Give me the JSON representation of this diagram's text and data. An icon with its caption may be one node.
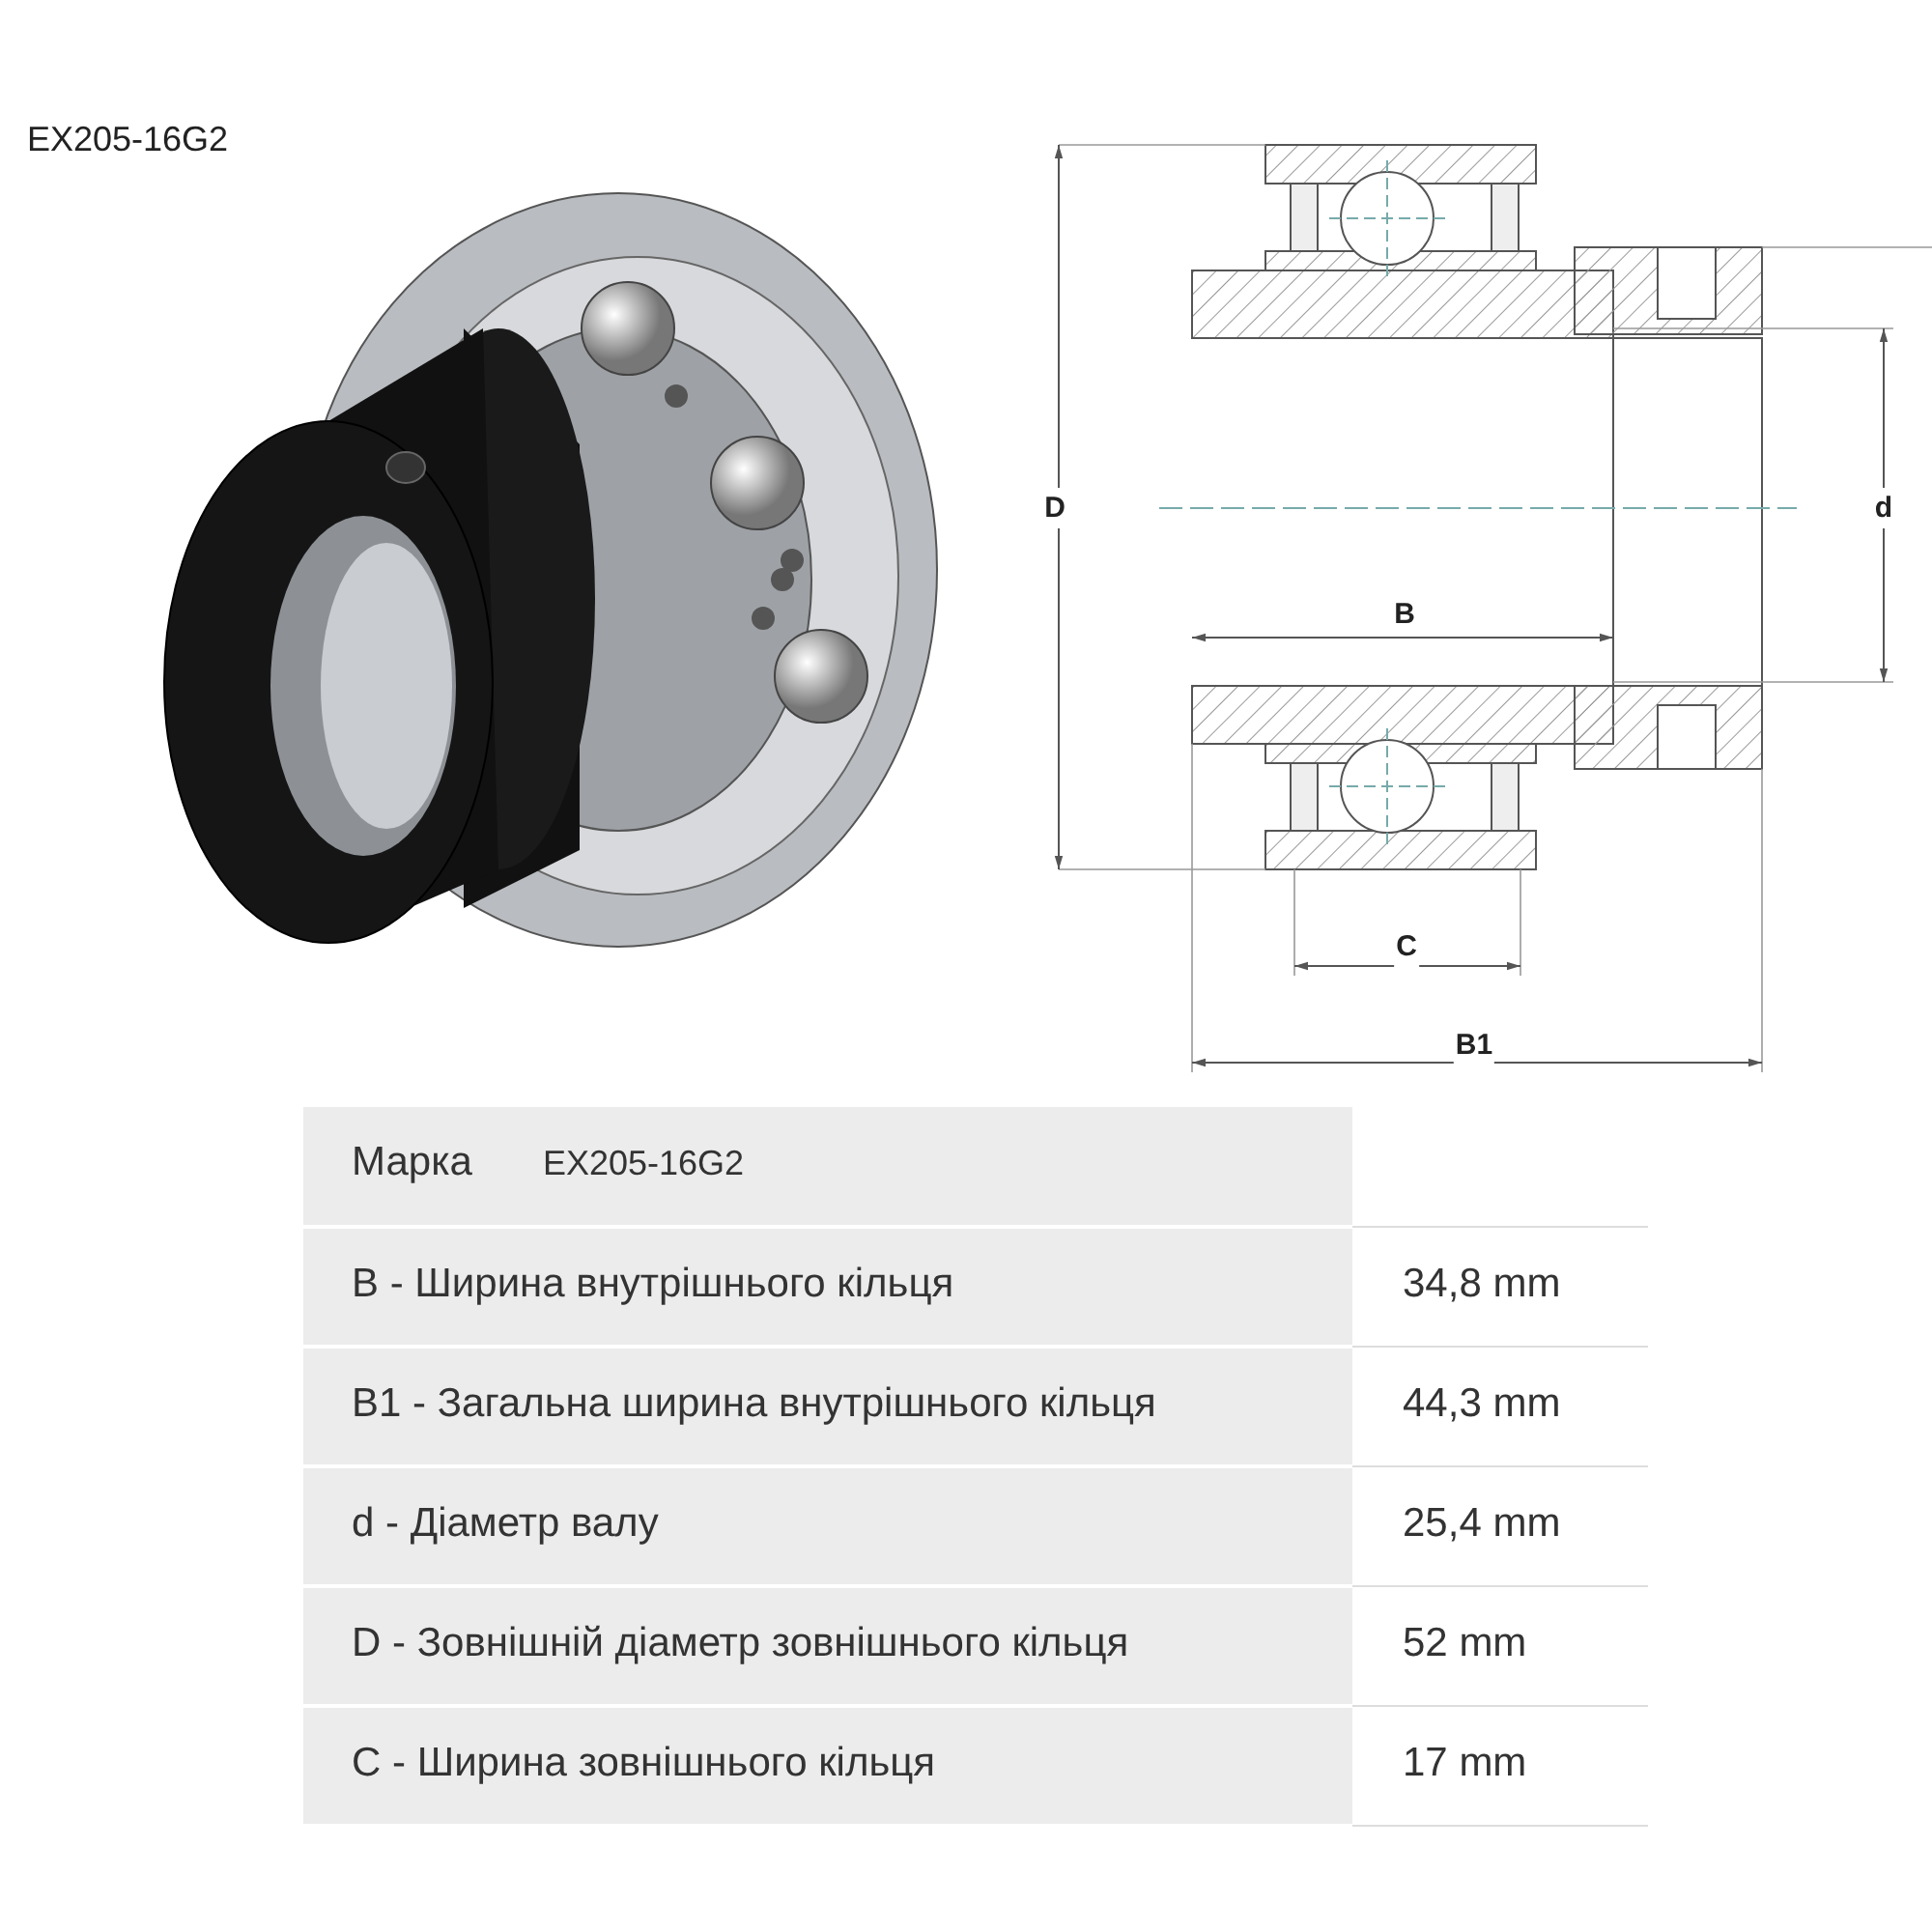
{
  "diagram": {
    "title": "EX205-16G2",
    "labels": [
      "D",
      "d",
      "B",
      "C",
      "B1",
      "Марка",
      "EX205-16G2",
      "B - Ширина внутрішнього кільця",
      "34,8 mm",
      "B1 - Загальна ширина внутрішнього кільця",
      "44,3 mm",
      "d - Діаметр валу",
      "25,4 mm",
      "D - Зовнішній діаметр зовнішнього кільця",
      "52 mm",
      "C - Ширина зовнішнього кільця",
      "17 mm"
    ]
  }
}
